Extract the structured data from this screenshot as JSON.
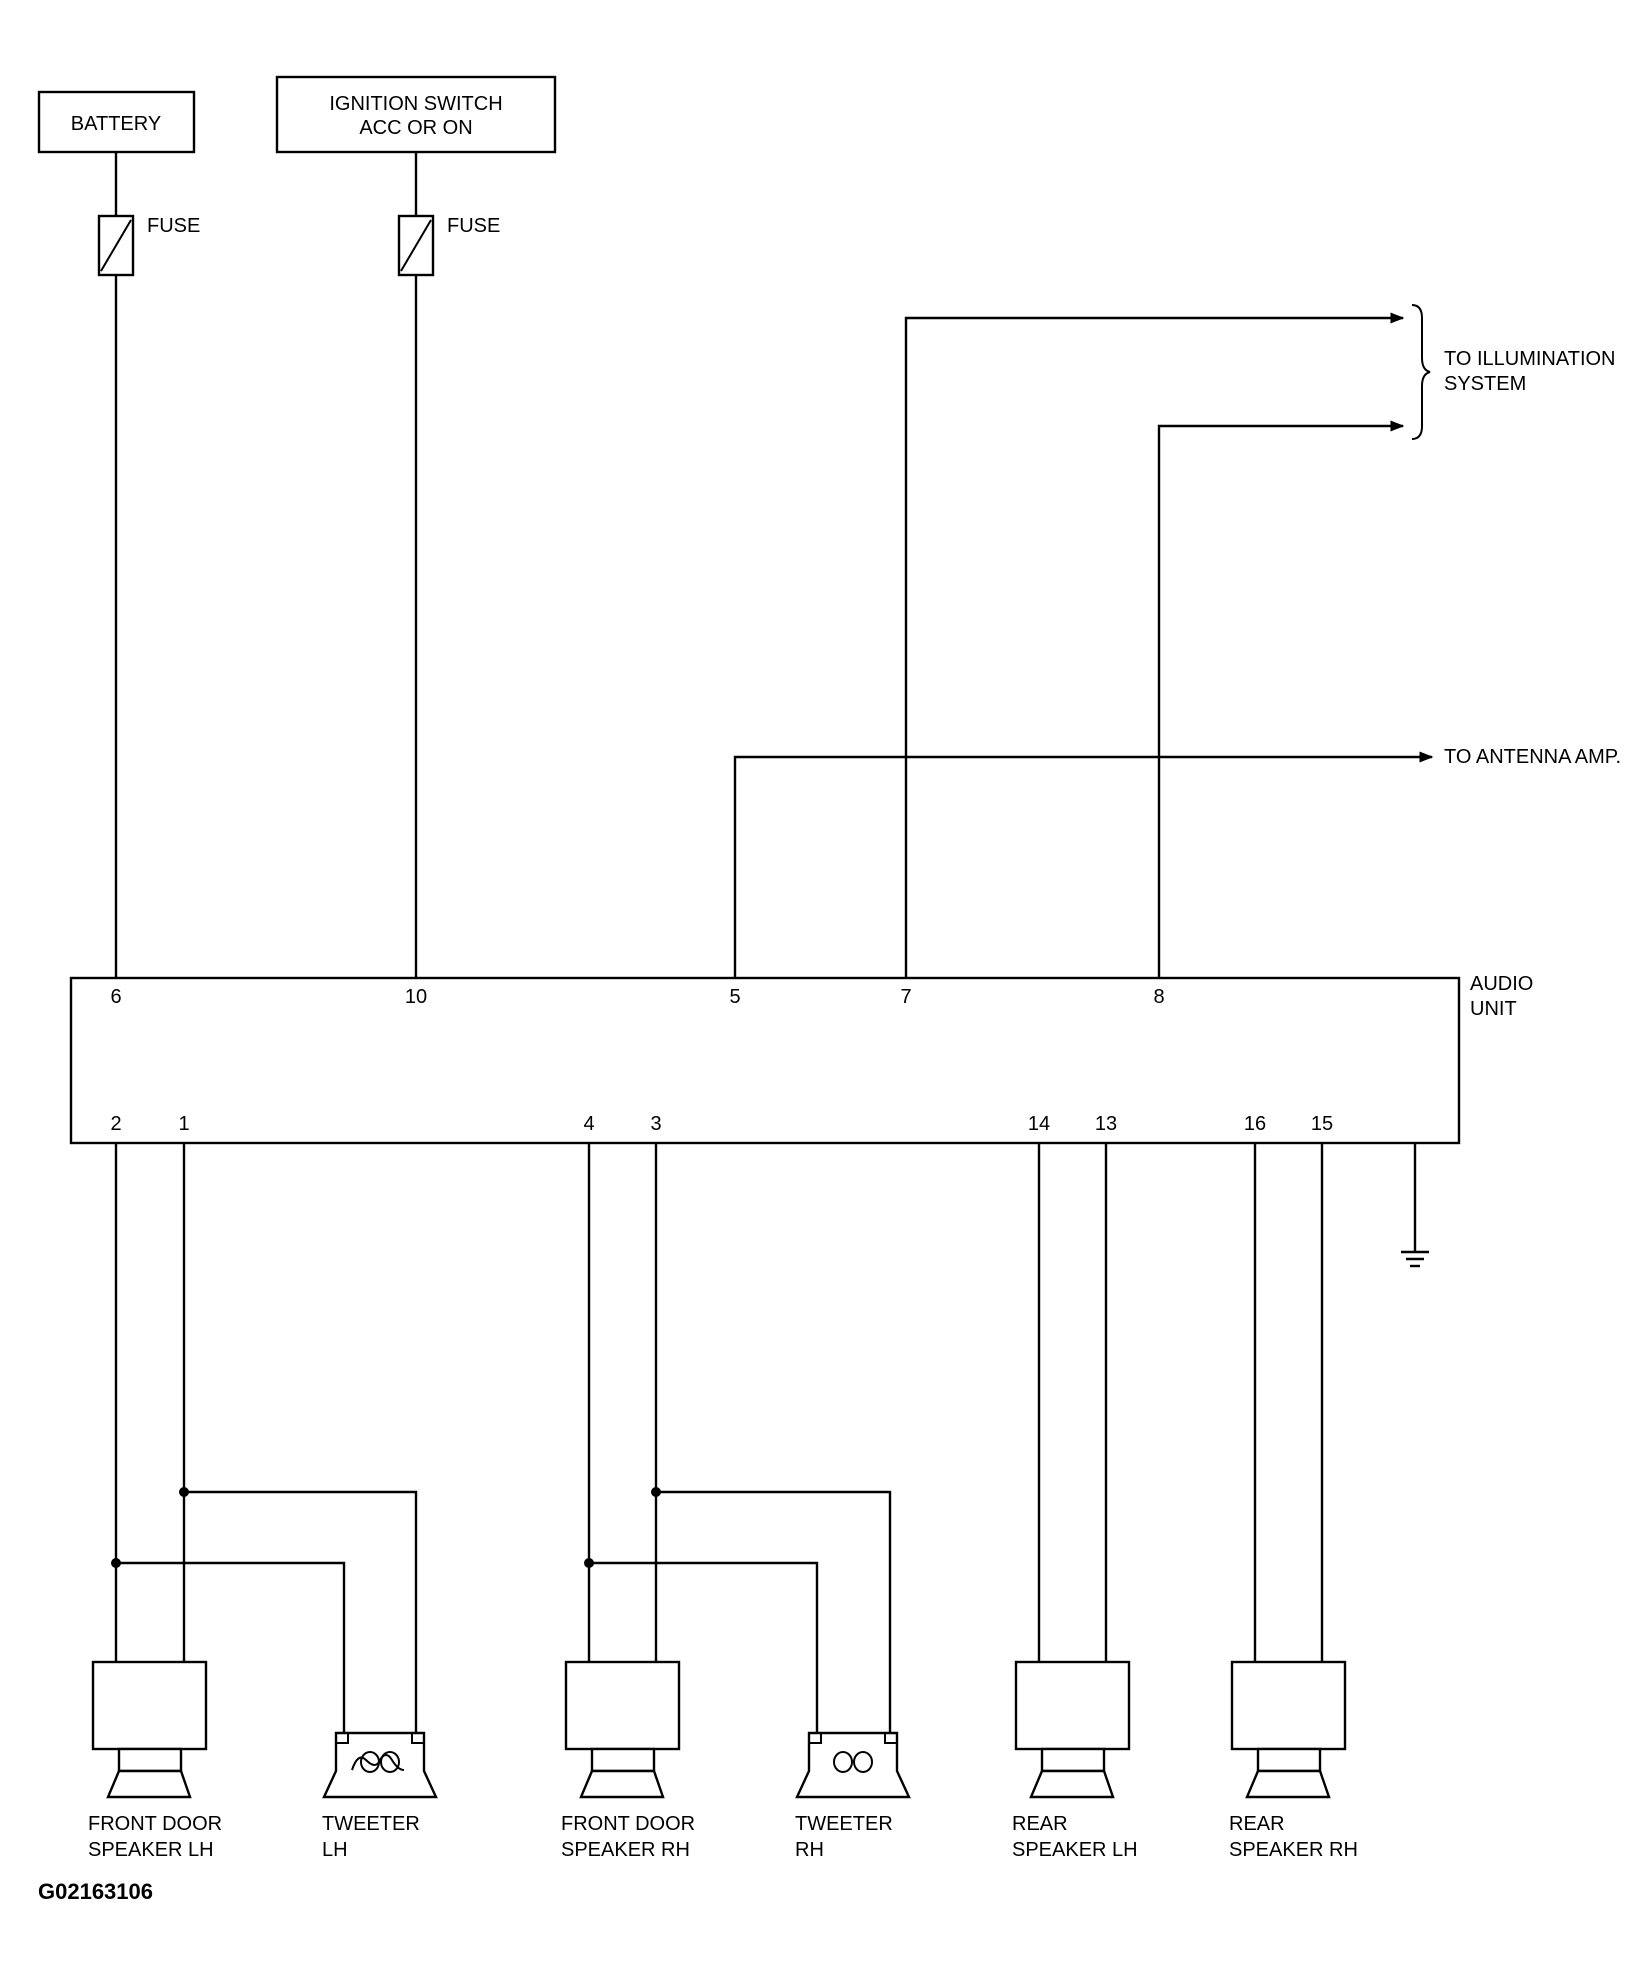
{
  "labels": {
    "battery": "BATTERY",
    "ignition_line1": "IGNITION SWITCH",
    "ignition_line2": "ACC OR ON",
    "fuse_left": "FUSE",
    "fuse_right": "FUSE",
    "illumination_line1": "TO ILLUMINATION",
    "illumination_line2": "SYSTEM",
    "antenna": "TO ANTENNA AMP.",
    "audio_line1": "AUDIO",
    "audio_line2": "UNIT",
    "front_lh_line1": "FRONT DOOR",
    "front_lh_line2": "SPEAKER LH",
    "tweeter_lh_line1": "TWEETER",
    "tweeter_lh_line2": "LH",
    "front_rh_line1": "FRONT DOOR",
    "front_rh_line2": "SPEAKER RH",
    "tweeter_rh_line1": "TWEETER",
    "tweeter_rh_line2": "RH",
    "rear_lh_line1": "REAR",
    "rear_lh_line2": "SPEAKER LH",
    "rear_rh_line1": "REAR",
    "rear_rh_line2": "SPEAKER RH",
    "figure_code": "G02163106"
  },
  "pins": {
    "top": [
      "6",
      "10",
      "5",
      "7",
      "8"
    ],
    "bottom": [
      "2",
      "1",
      "4",
      "3",
      "14",
      "13",
      "16",
      "15"
    ]
  }
}
